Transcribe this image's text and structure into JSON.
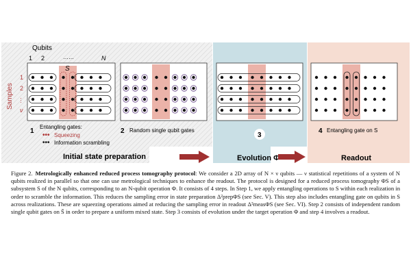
{
  "figure": {
    "qubits_label": "Qubits",
    "qubit_col_labels": [
      "1",
      "2",
      "……",
      "N"
    ],
    "s_label": "S",
    "samples_label": "Samples",
    "sample_row_labels": [
      "1",
      "2",
      "…",
      "ν"
    ],
    "step_numbers": [
      "1",
      "2",
      "3",
      "4"
    ],
    "step1_title": "Entangling gates:",
    "step1_legend_squeezing": "Squeezing",
    "step1_legend_scrambling": "Information scrambling",
    "step2_label": "Random single qubit gates",
    "step4_label": "Entangling gate on S",
    "stage_initial": "Initial state preparation",
    "stage_evolution": "Evolution Φ",
    "stage_readout": "Readout",
    "colors": {
      "hatch_bg": "#ececec",
      "evolution_bg": "#c9dfe5",
      "readout_bg": "#f6ddd2",
      "s_column": "#e8a69a",
      "arrow": "#a03030",
      "squeezing": "#b03a3a"
    }
  },
  "caption": {
    "number": "Figure 2.",
    "title": "Metrologically enhanced reduced process tomography protocol",
    "text": ": We consider a 2D array of N × ν qubits — ν statistical repetitions of a system of N qubits realized in parallel so that one can use metrological techniques to enhance the readout. The protocol is designed for a reduced process tomography ΦS of a subsystem S of the N qubits, corresponding to an N-qubit operation Φ. It consists of 4 steps. In Step 1, we apply entangling operations to S within each realization in order to scramble the information. This reduces the sampling error in state preparation Δ²prepΦS (see Sec. V). This step also includes entangling gate on qubits in S across realizations. These are squeezing operations aimed at reducing the sampling error in readout Δ²measΦS (see Sec. VI). Step 2 consists of independent random single qubit gates on S̄ in order to prepare a uniform mixed state. Step 3 consists of evolution under the target operation Φ and step 4 involves a readout."
  }
}
